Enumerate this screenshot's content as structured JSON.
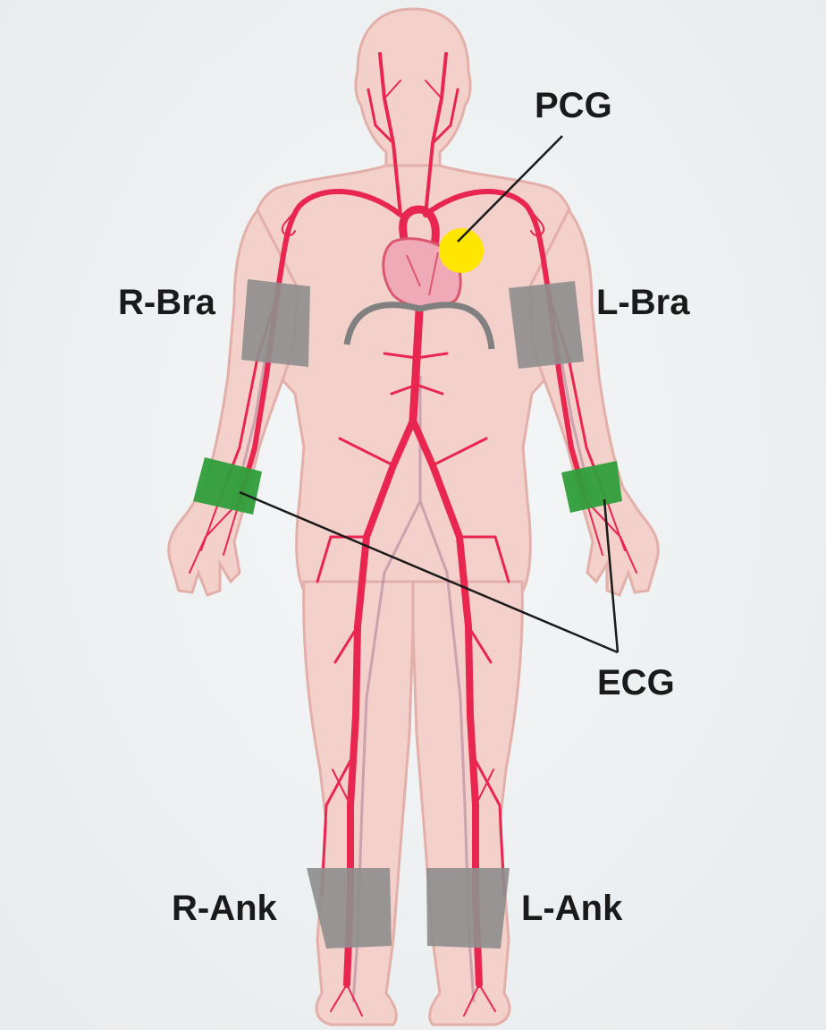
{
  "labels": {
    "pcg": "PCG",
    "r_bra": "R-Bra",
    "l_bra": "L-Bra",
    "ecg": "ECG",
    "r_ank": "R-Ank",
    "l_ank": "L-Ank"
  },
  "colors": {
    "skin": "#f5cfc9",
    "skin_outline": "#e0aaa4",
    "artery": "#e8264f",
    "vein": "#9a6a8a",
    "cuff": "#8e8e8e",
    "ecg_electrode": "#2e9e3a",
    "pcg_sensor": "#ffe600",
    "leader_line": "#1a1a1a"
  }
}
